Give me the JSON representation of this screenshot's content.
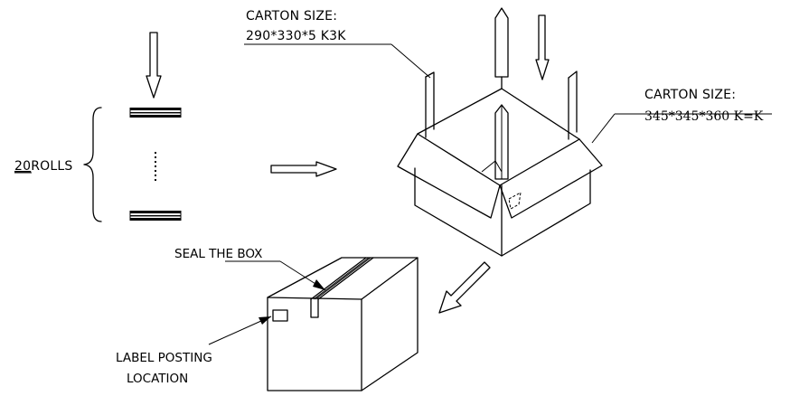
{
  "labels": {
    "inner_carton_title": "CARTON SIZE:",
    "inner_carton_size": "290*330*5 K3K",
    "outer_carton_title": "CARTON SIZE:",
    "outer_carton_size": "345*345*360  K=K",
    "rolls_count": "20",
    "rolls_unit": "ROLLS",
    "seal_instruction": "SEAL THE BOX",
    "label_location_line1": "LABEL POSTING",
    "label_location_line2": "LOCATION"
  },
  "colors": {
    "ink": "#000000",
    "background": "#ffffff"
  }
}
